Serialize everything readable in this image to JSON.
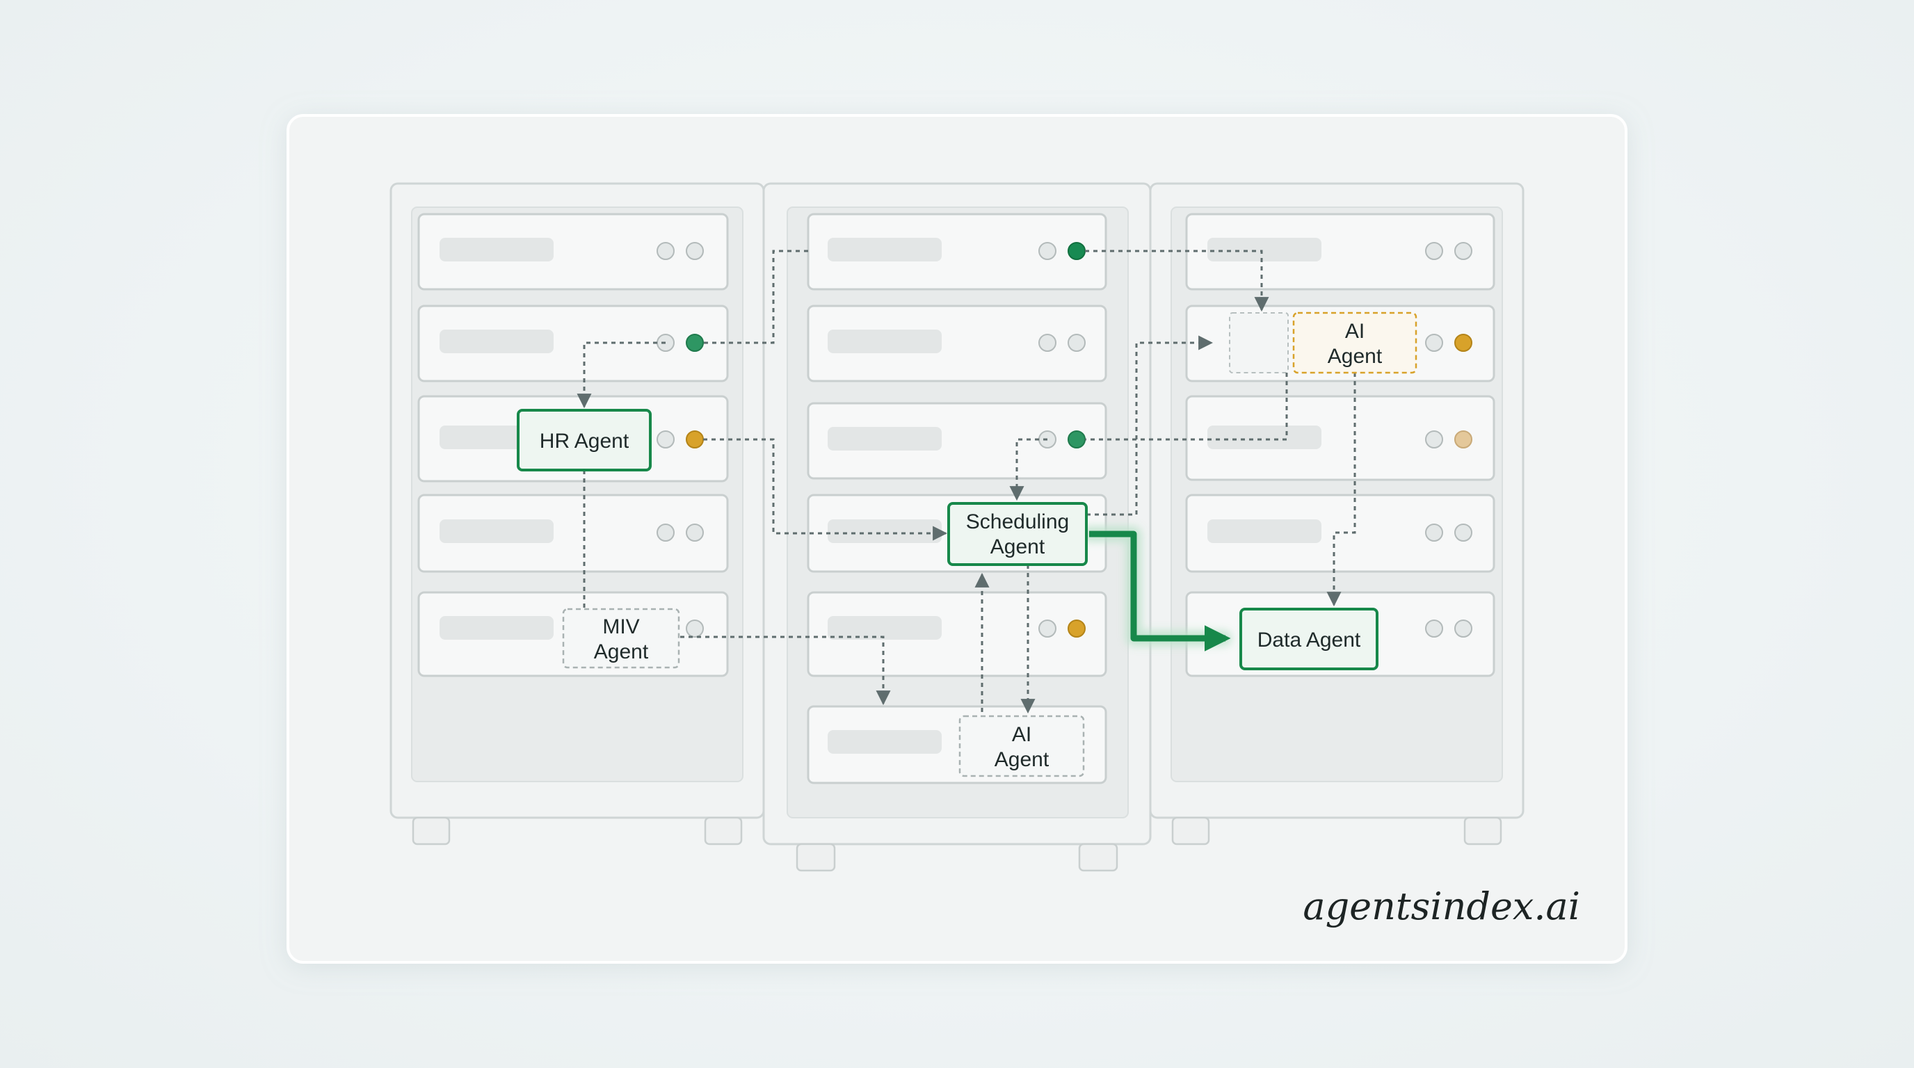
{
  "agents": {
    "hr": "HR Agent",
    "scheduling": {
      "line1": "Scheduling",
      "line2": "Agent"
    },
    "data": "Data Agent",
    "miv": {
      "line1": "MIV",
      "line2": "Agent"
    },
    "ai_top": {
      "line1": "AI",
      "line2": "Agent"
    },
    "ai_bottom": {
      "line1": "AI",
      "line2": "Agent"
    }
  },
  "brand": "agentsindex.ai",
  "colors": {
    "accent_green": "#17884a",
    "status_green": "#188a52",
    "status_amber": "#d8a22a",
    "status_amber_light": "#e4c89a",
    "status_idle": "#e4e8e8",
    "connector": "#5f6d6e"
  }
}
